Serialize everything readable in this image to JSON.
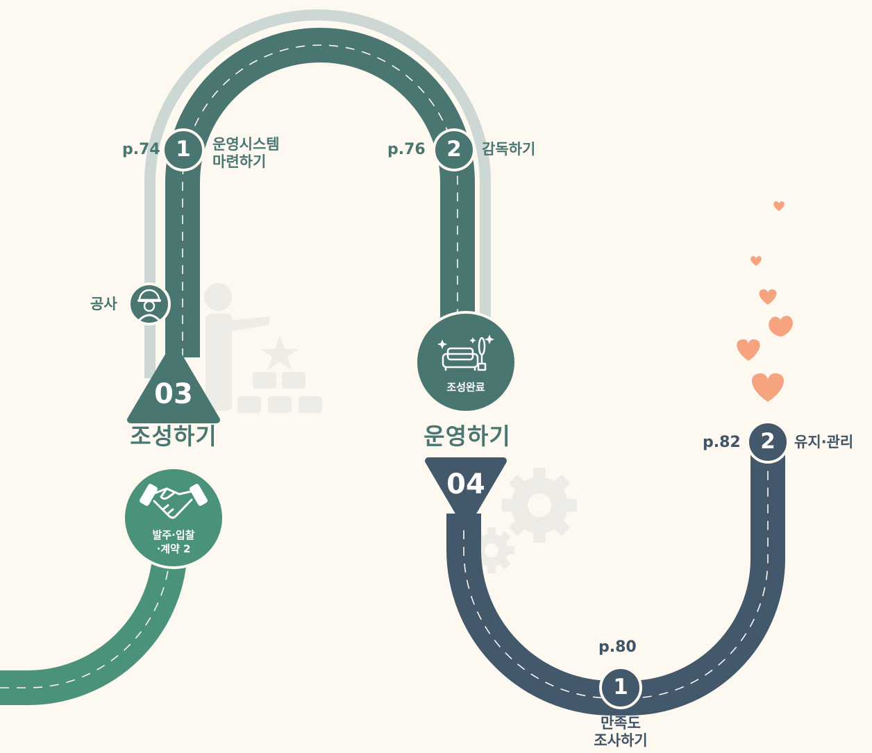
{
  "colors": {
    "background": "#fdf8f0",
    "teal_road": "#4a7672",
    "green_road": "#4a9279",
    "navy_road": "#43596b",
    "shadow_road": "#cdd7d3",
    "hearts": "#f6a47f",
    "decoration": "#eeece6"
  },
  "stage03": {
    "number": "03",
    "title": "조성하기",
    "steps": [
      {
        "page": "p.74",
        "num": "1",
        "label_lines": [
          "운영시스템",
          "마련하기"
        ]
      },
      {
        "page": "p.76",
        "num": "2",
        "label_lines": [
          "감독하기"
        ]
      }
    ],
    "construction_label": "공사",
    "construction_icon": "worker-helmet-icon",
    "contract": {
      "label_lines": [
        "발주·입찰",
        "·계약 2"
      ],
      "icon": "handshake-icon"
    },
    "completion": {
      "label": "조성완료",
      "icon": "sofa-lamp-icon"
    }
  },
  "stage04": {
    "number": "04",
    "title": "운영하기",
    "steps": [
      {
        "page": "p.80",
        "num": "1",
        "label_lines": [
          "만족도",
          "조사하기"
        ]
      },
      {
        "page": "p.82",
        "num": "2",
        "label_lines": [
          "유지·관리"
        ]
      }
    ]
  }
}
